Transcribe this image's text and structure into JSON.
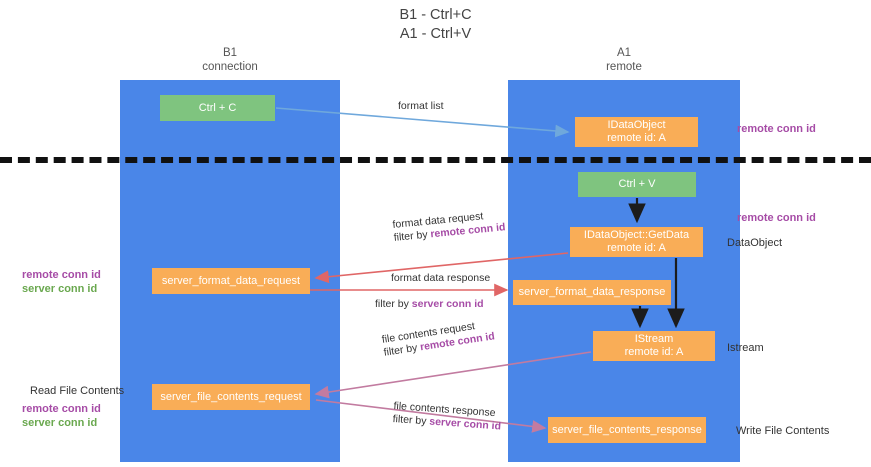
{
  "title": {
    "line1": "B1 - Ctrl+C",
    "line2": "A1 - Ctrl+V"
  },
  "lanes": [
    {
      "id": "b1",
      "name": "B1",
      "sub": "connection",
      "color": "#4a86e8"
    },
    {
      "id": "a1",
      "name": "A1",
      "sub": "remote",
      "color": "#4a86e8"
    }
  ],
  "colors": {
    "lane": "#4a86e8",
    "green_box": "#7fc47f",
    "orange_box": "#f9ad57",
    "purple_text": "#a64ca6",
    "green_text": "#6aa84f",
    "arrow_blue": "#6fa8dc",
    "arrow_dark": "#1c1c1c",
    "arrow_red": "#e06666",
    "arrow_magenta": "#c27ba0",
    "divider": "#111111"
  },
  "boxes": {
    "ctrl_c": "Ctrl + C",
    "idata_object_top": {
      "line1": "IDataObject",
      "line2": "remote id: A"
    },
    "ctrl_v": "Ctrl + V",
    "getdata": {
      "line1": "IDataObject::GetData",
      "line2": "remote id: A"
    },
    "server_format_data_request": "server_format_data_request",
    "server_format_data_response": "server_format_data_response",
    "istream": {
      "line1": "IStream",
      "line2": "remote id: A"
    },
    "server_file_contents_request": "server_file_contents_request",
    "server_file_contents_response": "server_file_contents_response"
  },
  "arrow_labels": {
    "format_list": "format list",
    "format_data_request": "format data request",
    "format_data_request_filter_prefix": "filter by ",
    "format_data_request_filter_key": "remote conn id",
    "format_data_response": "format data response",
    "format_data_response_filter_prefix": "filter by ",
    "format_data_response_filter_key": "server conn id",
    "file_contents_request": "file contents request",
    "file_contents_request_filter_prefix": "filter by ",
    "file_contents_request_filter_key": "remote conn id",
    "file_contents_response": "file contents response",
    "file_contents_response_filter_prefix": "filter by ",
    "file_contents_response_filter_key": "server conn id"
  },
  "side_labels": {
    "remote_conn_id_top": "remote conn id",
    "remote_conn_id_mid": "remote conn id",
    "dataobject": "DataObject",
    "istream": "Istream",
    "write_file_contents": "Write File Contents",
    "read_file_contents": "Read File Contents",
    "left_remote_conn_id_1": "remote conn id",
    "left_server_conn_id_1": "server conn id",
    "left_remote_conn_id_2": "remote conn id",
    "left_server_conn_id_2": "server conn id"
  }
}
